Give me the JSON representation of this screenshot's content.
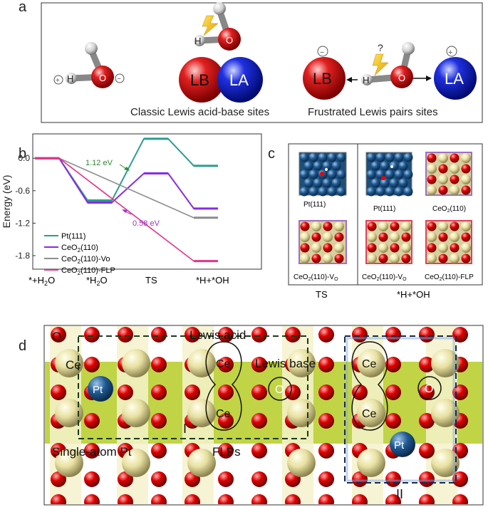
{
  "panels": {
    "a": "a",
    "b": "b",
    "c": "c",
    "d": "d"
  },
  "panel_a": {
    "h": "H",
    "o": "O",
    "lb": "LB",
    "la": "LA",
    "plus": "+",
    "minus": "−",
    "question": "?",
    "classic_caption": "Classic Lewis acid-base sites",
    "flp_caption": "Frustrated Lewis pairs sites"
  },
  "chart_data": {
    "type": "line",
    "ylabel": "Energy (eV)",
    "categories": [
      "*+H2O",
      "*H2O",
      "TS",
      "*H+*OH"
    ],
    "yticks": [
      "0.0",
      "-0.6",
      "-1.2",
      "-1.8"
    ],
    "ylim": [
      -2.05,
      0.45
    ],
    "series": [
      {
        "name": "Pt(111)",
        "color": "#2a9d8f",
        "values": [
          0.0,
          -0.78,
          0.36,
          -0.14
        ]
      },
      {
        "name": "CeO2(110)",
        "color": "#8a2be2",
        "values": [
          0.0,
          -0.82,
          -0.28,
          -0.93
        ]
      },
      {
        "name": "CeO2(110)-Vo",
        "color": "#8c8c8c",
        "values": [
          0.0,
          null,
          null,
          -1.1
        ]
      },
      {
        "name": "CeO2(110)-FLP",
        "color": "#e6338a",
        "values": [
          0.0,
          null,
          null,
          -1.9
        ]
      }
    ],
    "annotations": [
      {
        "text": "1.12 eV",
        "color": "#2e8b2e"
      },
      {
        "text": "0.58 eV",
        "color": "#9932cc"
      }
    ]
  },
  "legend": {
    "pt": "Pt(111)",
    "ceo2": "CeO",
    "ceo2_sub": "2",
    "ceo2_rest": "(110)",
    "vo_rest": "(110)-Vo",
    "flp_rest": "(110)-FLP"
  },
  "xlabels": {
    "l1a": "*+H",
    "l1b": "2",
    "l1c": "O",
    "l2a": "*H",
    "l2b": "2",
    "l2c": "O",
    "l3": "TS",
    "l4": "*H+*OH"
  },
  "panel_c": {
    "pt111_a": "Pt(111)",
    "pt111_b": "Pt(111)",
    "ceo2_110_a": "CeO",
    "sub2": "2",
    "ceo2_110_b": "(110)",
    "ceo2_vo_b": "(110)-V",
    "sub_o": "O",
    "ceo2_flp_b": "(110)-FLP",
    "col_ts": "TS",
    "col_hoh": "*H+*OH"
  },
  "panel_d": {
    "o": "O",
    "ce": "Ce",
    "pt": "Pt",
    "lewis_acid": "Lewis acid",
    "lewis_base": "Lewis base",
    "single_atom_pt": "Single-atom Pt",
    "flps": "FLPs",
    "region_i": "I",
    "region_ii": "II"
  }
}
